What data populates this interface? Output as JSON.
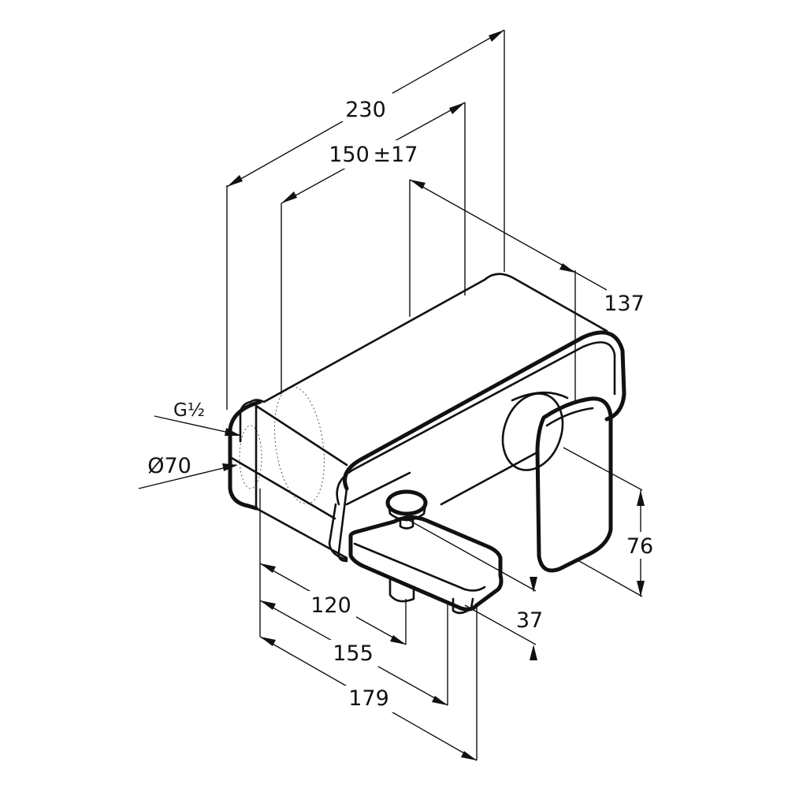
{
  "dimensions": {
    "overall_depth": "230",
    "depth_adjust": "150",
    "depth_tolerance": "±17",
    "handle_projection": "137",
    "handle_height": "76",
    "spout_offset_1": "120",
    "spout_offset_2": "155",
    "spout_length": "179",
    "spout_height": "37",
    "thread": "G½",
    "diameter": "Ø70"
  },
  "colors": {
    "line": "#111111",
    "background": "#ffffff"
  }
}
